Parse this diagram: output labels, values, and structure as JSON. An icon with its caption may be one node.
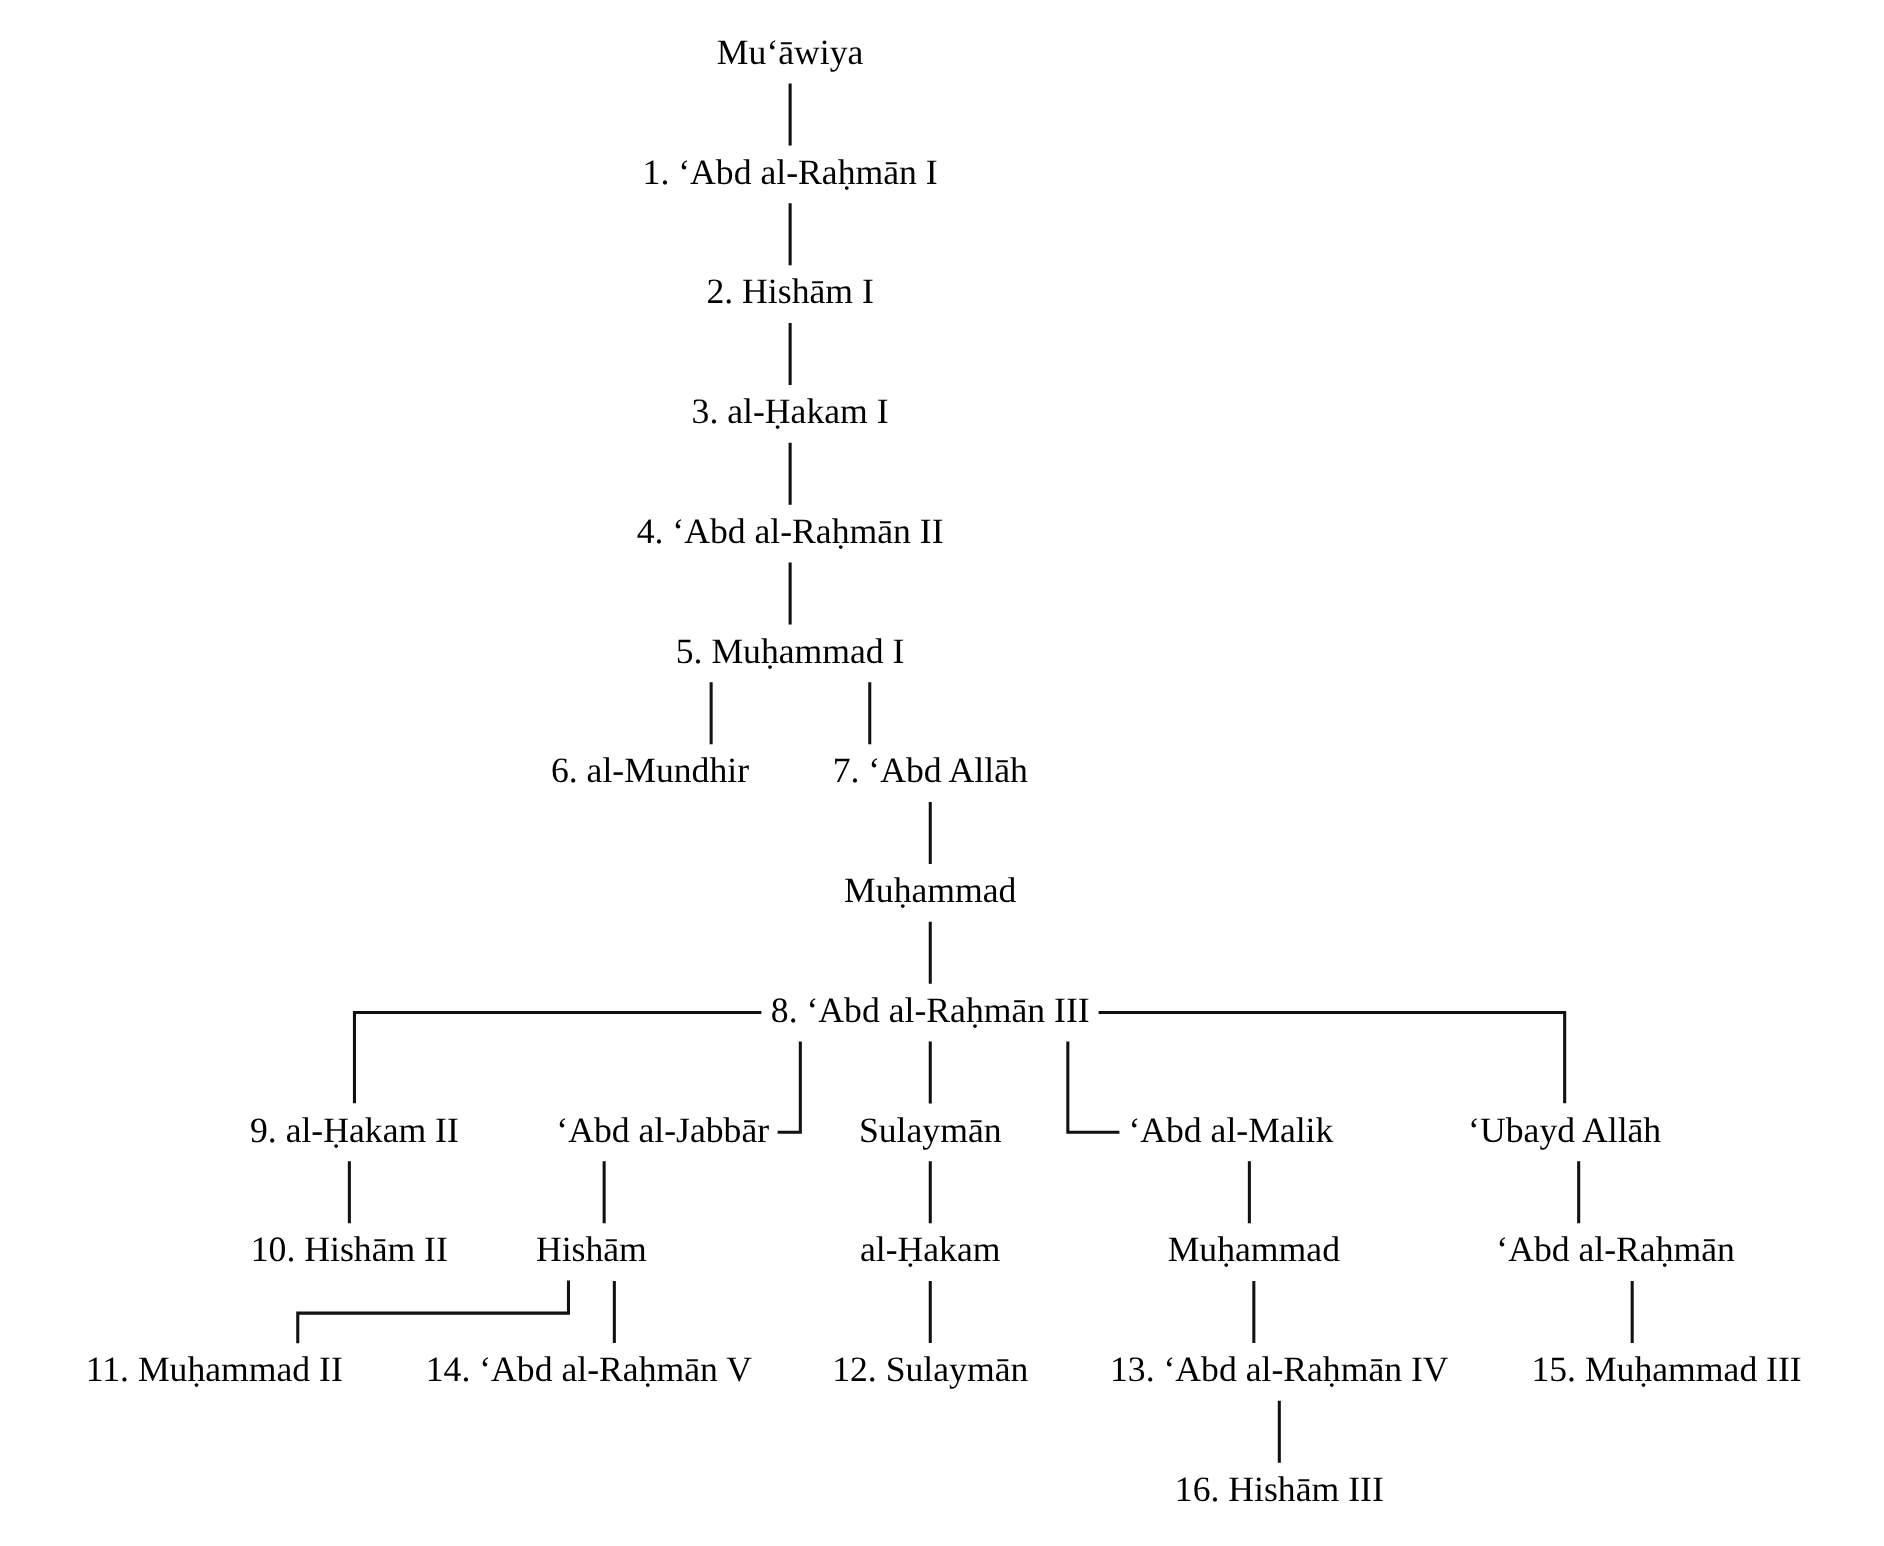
{
  "diagram": {
    "nodes": [
      {
        "text": [
          "Mu‘āwiya"
        ]
      },
      {
        "text": [
          "1. ‘Abd al-Raḥmān I"
        ]
      },
      {
        "text": [
          "2. Hishām I"
        ]
      },
      {
        "text": [
          "3. al-Ḥakam I"
        ]
      },
      {
        "text": [
          "4. ‘Abd al-Raḥmān II"
        ]
      },
      {
        "text": [
          "5. Muḥammad I"
        ]
      },
      {
        "text": [
          "6. al-Mundhir"
        ]
      },
      {
        "text": [
          "7. ‘Abd Allāh"
        ]
      },
      {
        "text": [
          "Muḥammad"
        ]
      },
      {
        "text": [
          "8. ‘Abd al-Raḥmān III"
        ]
      },
      {
        "text": [
          "9. al-Ḥakam II"
        ]
      },
      {
        "text": [
          "‘Abd al-Jabbār"
        ]
      },
      {
        "text": [
          "Sulaymān"
        ]
      },
      {
        "text": [
          "‘Abd al-Malik"
        ]
      },
      {
        "text": [
          "‘Ubayd Allāh"
        ]
      },
      {
        "text": [
          "10. Hishām II"
        ]
      },
      {
        "text": [
          "Hishām"
        ]
      },
      {
        "text": [
          "al-Ḥakam"
        ]
      },
      {
        "text": [
          "Muḥammad"
        ]
      },
      {
        "text": [
          "‘Abd al-Raḥmān"
        ]
      },
      {
        "text": [
          "12. Sulaymān"
        ]
      },
      {
        "text": [
          "13. ‘Abd al-Raḥmān IV"
        ]
      },
      {
        "text": [
          "15. Muḥammad III"
        ]
      },
      {
        "text": [
          "11. Muḥammad II"
        ]
      },
      {
        "text": [
          "14. ‘Abd al-Raḥmān V"
        ]
      },
      {
        "text": [
          "16. Hishām III"
        ]
      }
    ],
    "edges": [
      {
        "from": 0,
        "to": 1,
        "arrow": "none"
      },
      {
        "from": 1,
        "to": 2,
        "arrow": "none"
      },
      {
        "from": 2,
        "to": 3,
        "arrow": "none"
      },
      {
        "from": 3,
        "to": 4,
        "arrow": "none"
      },
      {
        "from": 4,
        "to": 5,
        "arrow": "none"
      },
      {
        "from": 5,
        "to": 6,
        "arrow": "none"
      },
      {
        "from": 5,
        "to": 7,
        "arrow": "none"
      },
      {
        "from": 7,
        "to": 8,
        "arrow": "none"
      },
      {
        "from": 8,
        "to": 9,
        "arrow": "none"
      },
      {
        "from": 9,
        "to": 10,
        "arrow": "none"
      },
      {
        "from": 9,
        "to": 11,
        "arrow": "none"
      },
      {
        "from": 9,
        "to": 12,
        "arrow": "none"
      },
      {
        "from": 9,
        "to": 13,
        "arrow": "none"
      },
      {
        "from": 9,
        "to": 14,
        "arrow": "none"
      },
      {
        "from": 10,
        "to": 15,
        "arrow": "none"
      },
      {
        "from": 11,
        "to": 16,
        "arrow": "none"
      },
      {
        "from": 12,
        "to": 17,
        "arrow": "none"
      },
      {
        "from": 13,
        "to": 18,
        "arrow": "none"
      },
      {
        "from": 14,
        "to": 19,
        "arrow": "none"
      },
      {
        "from": 17,
        "to": 20,
        "arrow": "none"
      },
      {
        "from": 18,
        "to": 21,
        "arrow": "none"
      },
      {
        "from": 19,
        "to": 22,
        "arrow": "none"
      },
      {
        "from": 16,
        "to": 23,
        "arrow": "none"
      },
      {
        "from": 16,
        "to": 24,
        "arrow": "none"
      },
      {
        "from": 21,
        "to": 25,
        "arrow": "none"
      }
    ]
  }
}
